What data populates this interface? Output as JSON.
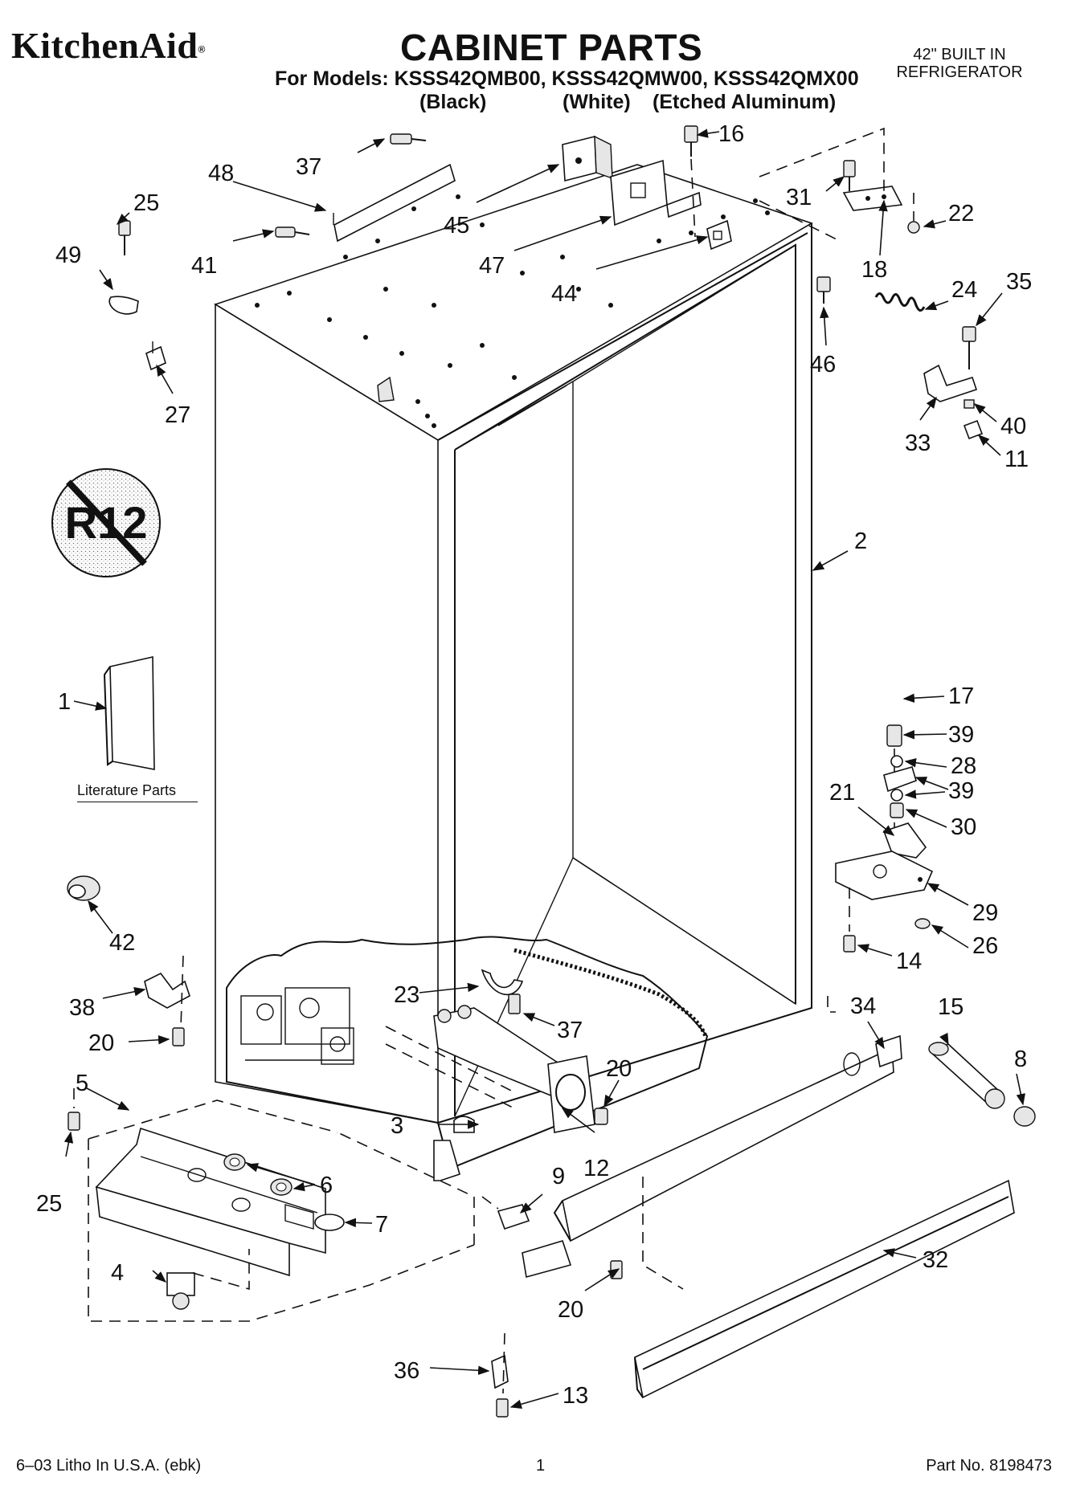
{
  "header": {
    "brand": "KitchenAid",
    "brand_mark": "®",
    "title": "CABINET PARTS",
    "models_line": "For Models: KSSS42QMB00, KSSS42QMW00, KSSS42QMX00",
    "variants": [
      "(Black)",
      "(White)",
      "(Etched Aluminum)"
    ],
    "product_line1": "42\" BUILT IN",
    "product_line2": "REFRIGERATOR"
  },
  "badge_text": "R12",
  "literature_label": "Literature Parts",
  "callouts": {
    "c1": "1",
    "c2": "2",
    "c3": "3",
    "c4": "4",
    "c5": "5",
    "c6": "6",
    "c7": "7",
    "c8": "8",
    "c9": "9",
    "c11": "11",
    "c12": "12",
    "c13": "13",
    "c14": "14",
    "c15": "15",
    "c16": "16",
    "c17": "17",
    "c18": "18",
    "c20a": "20",
    "c20b": "20",
    "c20c": "20",
    "c21": "21",
    "c22": "22",
    "c23": "23",
    "c24": "24",
    "c25a": "25",
    "c25b": "25",
    "c26": "26",
    "c27": "27",
    "c28": "28",
    "c29": "29",
    "c30": "30",
    "c31": "31",
    "c32": "32",
    "c33": "33",
    "c34": "34",
    "c35": "35",
    "c36": "36",
    "c37a": "37",
    "c37b": "37",
    "c38": "38",
    "c39a": "39",
    "c39b": "39",
    "c40": "40",
    "c41": "41",
    "c42": "42",
    "c44": "44",
    "c45": "45",
    "c46": "46",
    "c47": "47",
    "c48": "48",
    "c49": "49"
  },
  "footer": {
    "left": "6–03 Litho In U.S.A. (ebk)",
    "page": "1",
    "part_no": "Part No. 8198473"
  }
}
